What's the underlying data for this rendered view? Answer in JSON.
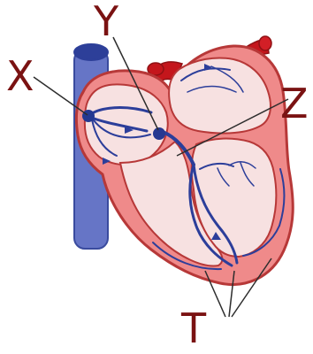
{
  "diagram": {
    "labels": {
      "x": "X",
      "y": "Y",
      "z": "Z",
      "t": "T"
    },
    "colors": {
      "label": "#7a1212",
      "muscle": "#ef8a8a",
      "muscle_outline": "#b73838",
      "chamber": "#f7e1e1",
      "conduction": "#2c3e9a",
      "vena_cava": "#6675c6",
      "artery": "#c4161c"
    },
    "icons": {
      "x_node": "sinoatrial-node",
      "y_node": "atrioventricular-node",
      "z_path": "bundle-of-his",
      "t_fibres": "purkinje-fibres"
    }
  }
}
